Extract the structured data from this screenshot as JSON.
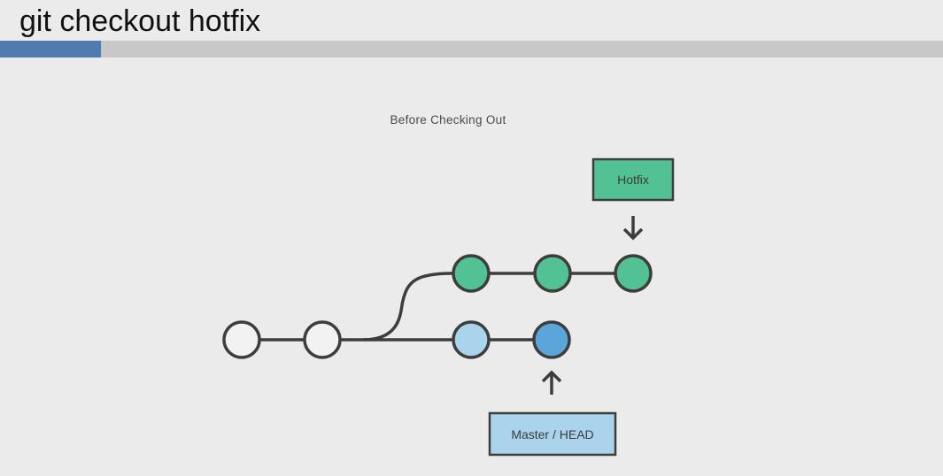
{
  "header": {
    "title": "git checkout hotfix",
    "progress": 0.107
  },
  "diagram": {
    "caption": "Before Checking Out",
    "hotfix_label": "Hotfix",
    "master_label": "Master / HEAD",
    "colors": {
      "line": "#3d3d3d",
      "commit_plain": "#f2f2f2",
      "commit_hotfix": "#52c295",
      "commit_master": "#a9d4ec",
      "commit_head": "#5aa6d8",
      "hotfix_box": "#52c295",
      "master_box": "#a9d4ec",
      "progress_fill": "#4f7bb0"
    }
  }
}
